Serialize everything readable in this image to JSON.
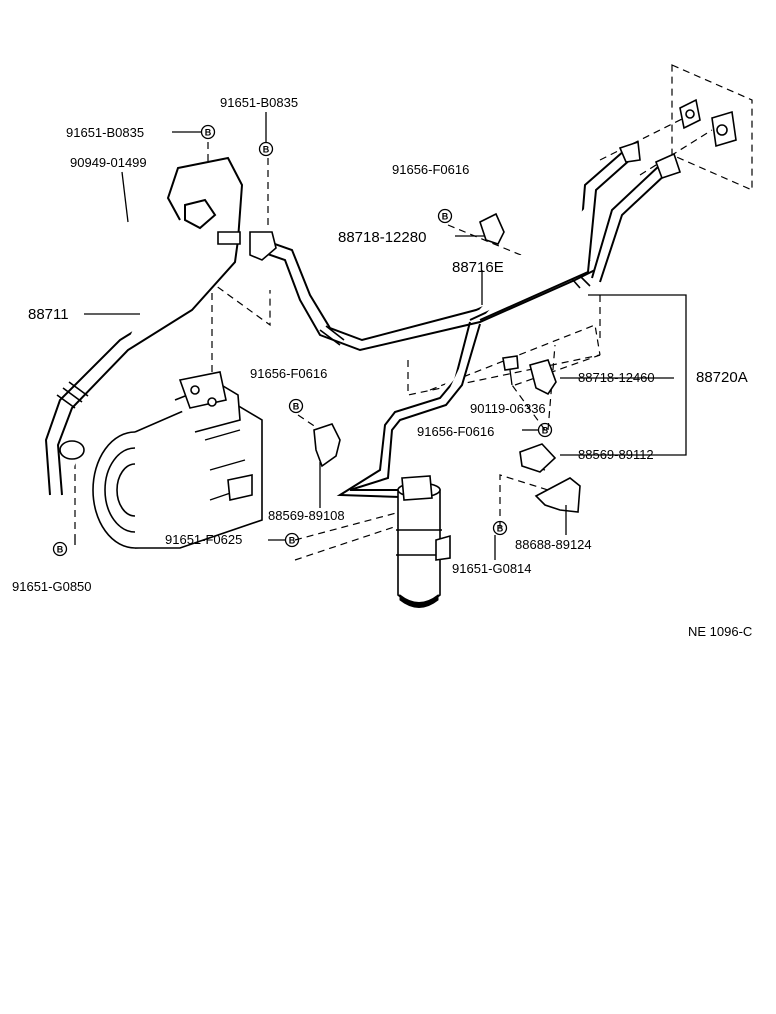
{
  "labels": {
    "l91651_B0835_top": "91651-B0835",
    "l91651_B0835_left": "91651-B0835",
    "l90949_01499": "90949-01499",
    "l88711": "88711",
    "l91656_F0616_top": "91656-F0616",
    "l88718_12280": "88718-12280",
    "l88716E": "88716E",
    "l91656_F0616_mid": "91656-F0616",
    "l90119_06336": "90119-06336",
    "l88718_12460": "88718-12460",
    "l88720A": "88720A",
    "l91656_F0616_right": "91656-F0616",
    "l88569_89112": "88569-89112",
    "l88569_89108": "88569-89108",
    "l91651_F0625": "91651-F0625",
    "l88688_89124": "88688-89124",
    "l91651_G0814": "91651-G0814",
    "l91651_G0850": "91651-G0850",
    "figure_code": "NE 1096-C"
  },
  "bolt_marker": "B",
  "colors": {
    "ink": "#000000",
    "paper": "#ffffff"
  }
}
